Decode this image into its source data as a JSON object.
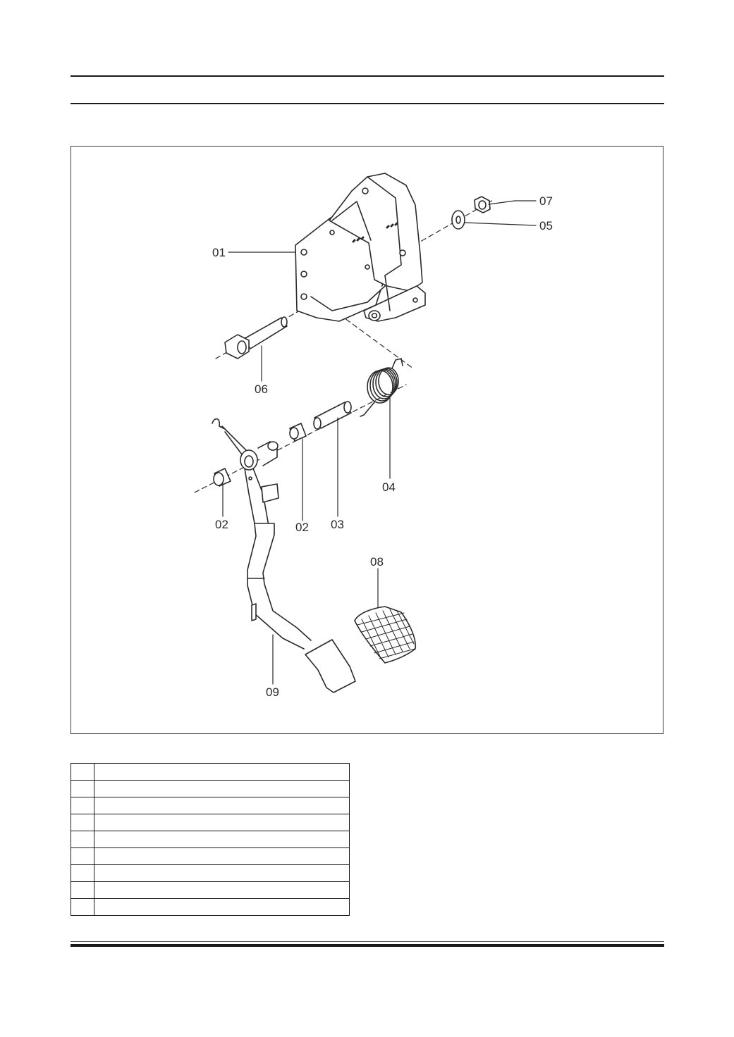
{
  "diagram": {
    "callouts": [
      {
        "id": "01",
        "label": "01"
      },
      {
        "id": "02a",
        "label": "02"
      },
      {
        "id": "02b",
        "label": "02"
      },
      {
        "id": "03",
        "label": "03"
      },
      {
        "id": "04",
        "label": "04"
      },
      {
        "id": "05",
        "label": "05"
      },
      {
        "id": "06",
        "label": "06"
      },
      {
        "id": "07",
        "label": "07"
      },
      {
        "id": "08",
        "label": "08"
      },
      {
        "id": "09",
        "label": "09"
      }
    ]
  },
  "parts_table": {
    "rows": [
      {
        "num": "",
        "name": ""
      },
      {
        "num": "",
        "name": ""
      },
      {
        "num": "",
        "name": ""
      },
      {
        "num": "",
        "name": ""
      },
      {
        "num": "",
        "name": ""
      },
      {
        "num": "",
        "name": ""
      },
      {
        "num": "",
        "name": ""
      },
      {
        "num": "",
        "name": ""
      },
      {
        "num": "",
        "name": ""
      }
    ]
  }
}
